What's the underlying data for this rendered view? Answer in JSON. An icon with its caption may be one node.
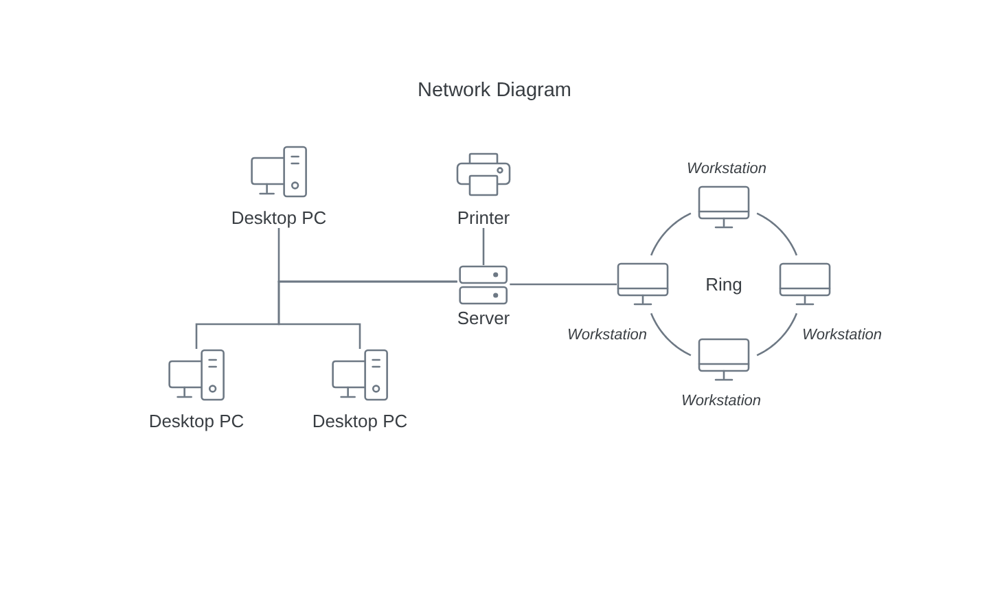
{
  "diagram": {
    "title": "Network Diagram",
    "nodes": [
      {
        "text": [
          "Desktop PC"
        ]
      },
      {
        "text": [
          "Printer"
        ]
      },
      {
        "text": [
          "Server"
        ]
      },
      {
        "text": [
          "Desktop PC"
        ]
      },
      {
        "text": [
          "Desktop PC"
        ]
      },
      {
        "text": [],
        "shape": "box",
        "beside": [
          "Workstation"
        ]
      },
      {
        "text": [],
        "shape": "box",
        "beside": [
          "Workstation"
        ]
      },
      {
        "text": [],
        "shape": "box",
        "beside": [
          "Workstation"
        ]
      },
      {
        "text": [],
        "shape": "box",
        "beside": [
          "Workstation"
        ]
      }
    ],
    "edges": [
      {
        "from": 2,
        "to": 0,
        "arrow": "none"
      },
      {
        "from": 2,
        "to": 3,
        "arrow": "none"
      },
      {
        "from": 2,
        "to": 4,
        "arrow": "none"
      },
      {
        "from": 1,
        "to": 2,
        "arrow": "none"
      },
      {
        "from": 2,
        "to": 6,
        "arrow": "none"
      },
      {
        "from": 5,
        "to": 7,
        "arrow": "none"
      },
      {
        "from": 7,
        "to": 8,
        "arrow": "none"
      },
      {
        "from": 8,
        "to": 6,
        "arrow": "none"
      },
      {
        "from": 6,
        "to": 5,
        "arrow": "none"
      }
    ],
    "labels": [
      "Ring"
    ]
  }
}
